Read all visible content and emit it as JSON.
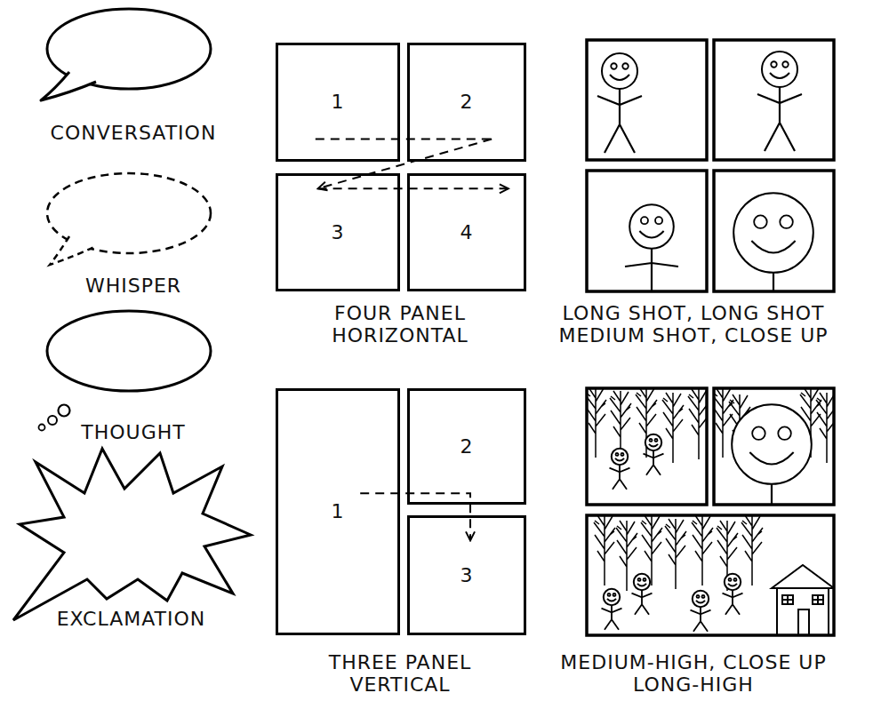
{
  "diagram": {
    "nodes": [
      {
        "text": [
          "CONVERSATION"
        ]
      },
      {
        "text": [
          "WHISPER"
        ]
      },
      {
        "text": [
          "THOUGHT"
        ]
      },
      {
        "text": [
          "EXCLAMATION"
        ]
      },
      {
        "text": [
          "1"
        ]
      },
      {
        "text": [
          "2"
        ]
      },
      {
        "text": [
          "3"
        ]
      },
      {
        "text": [
          "4"
        ]
      },
      {
        "text": [
          "1"
        ]
      },
      {
        "text": [
          "2"
        ]
      },
      {
        "text": [
          "3"
        ]
      }
    ],
    "edges": [
      {
        "from": 4,
        "to": 5,
        "arrow": "none"
      },
      {
        "from": 5,
        "to": 6,
        "arrow": "to"
      },
      {
        "from": 6,
        "to": 7,
        "arrow": "to"
      },
      {
        "from": 8,
        "to": 10,
        "arrow": "to"
      }
    ],
    "labels": [
      "FOUR PANEL HORIZONTAL",
      "LONG SHOT, LONG SHOT MEDIUM SHOT, CLOSE UP",
      "THREE PANEL VERTICAL",
      "MEDIUM-HIGH, CLOSE UP LONG-HIGH"
    ]
  }
}
